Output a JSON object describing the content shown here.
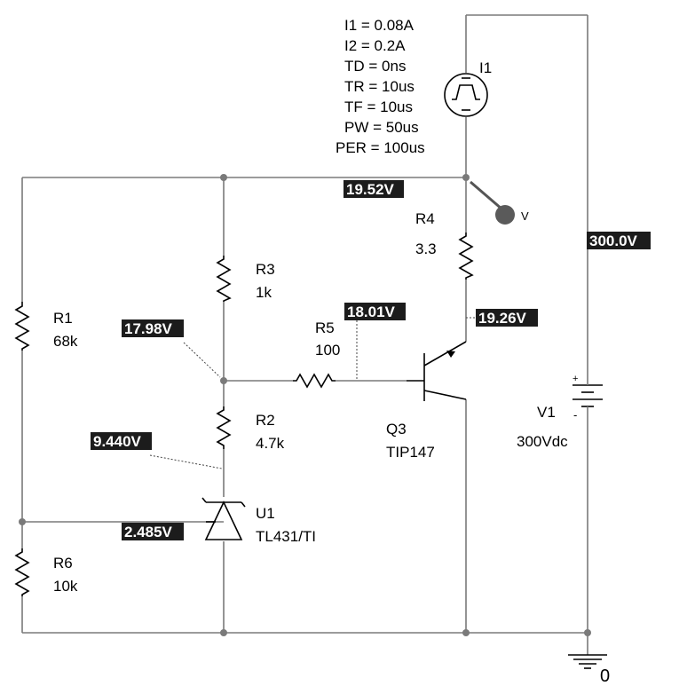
{
  "source_params": [
    "I1 = 0.08A",
    "I2 = 0.2A",
    "TD = 0ns",
    "TR = 10us",
    "TF = 10us",
    "PW = 50us",
    "PER = 100us"
  ],
  "components": {
    "i1": {
      "ref": "I1"
    },
    "r1": {
      "ref": "R1",
      "value": "68k"
    },
    "r2": {
      "ref": "R2",
      "value": "4.7k"
    },
    "r3": {
      "ref": "R3",
      "value": "1k"
    },
    "r4": {
      "ref": "R4",
      "value": "3.3"
    },
    "r5": {
      "ref": "R5",
      "value": "100"
    },
    "r6": {
      "ref": "R6",
      "value": "10k"
    },
    "q3": {
      "ref": "Q3",
      "value": "TIP147"
    },
    "u1": {
      "ref": "U1",
      "value": "TL431/TI"
    },
    "v1": {
      "ref": "V1",
      "value": "300Vdc"
    }
  },
  "voltages": {
    "top_rail": "19.52V",
    "supply": "300.0V",
    "base": "18.01V",
    "emitter": "19.26V",
    "r3_r2_node": "17.98V",
    "r2_u1_node": "9.440V",
    "ref_node": "2.485V"
  },
  "probe": {
    "label": "V"
  },
  "ground": {
    "label": "0"
  },
  "colors": {
    "wire": "#7a7a7a",
    "component": "#000000",
    "voltage_box": "#1c1c1c",
    "voltage_text": "#ffffff",
    "probe": "#5a5a5a"
  }
}
